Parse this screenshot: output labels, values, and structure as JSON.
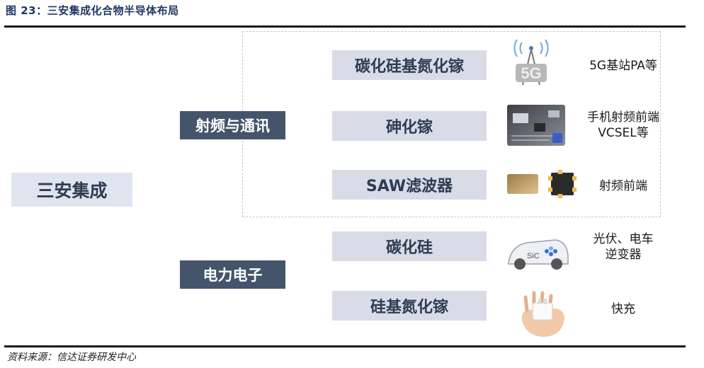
{
  "figure": {
    "title": "图 23：三安集成化合物半导体布局",
    "source": "资料来源：信达证券研发中心"
  },
  "root": {
    "label": "三安集成"
  },
  "categories": [
    {
      "label": "射频与通讯"
    },
    {
      "label": "电力电子"
    }
  ],
  "materials": [
    {
      "label": "碳化硅基氮化镓",
      "application": "5G基站PA等",
      "icon": "5g-tower-icon"
    },
    {
      "label": "砷化镓",
      "application_line1": "手机射频前端",
      "application_line2": "VCSEL等",
      "icon": "circuit-board-icon"
    },
    {
      "label": "SAW滤波器",
      "application": "射频前端",
      "icon": "saw-filter-chip-icon"
    },
    {
      "label": "碳化硅",
      "application_line1": "光伏、电车",
      "application_line2": "逆变器",
      "icon": "sic-car-icon"
    },
    {
      "label": "硅基氮化镓",
      "application": "快充",
      "icon": "fast-charger-icon"
    }
  ],
  "colors": {
    "accent_dark": "#44546a",
    "root_fill": "#e0e4ee",
    "material_fill": "#d9dce7",
    "title": "#1f3864"
  }
}
